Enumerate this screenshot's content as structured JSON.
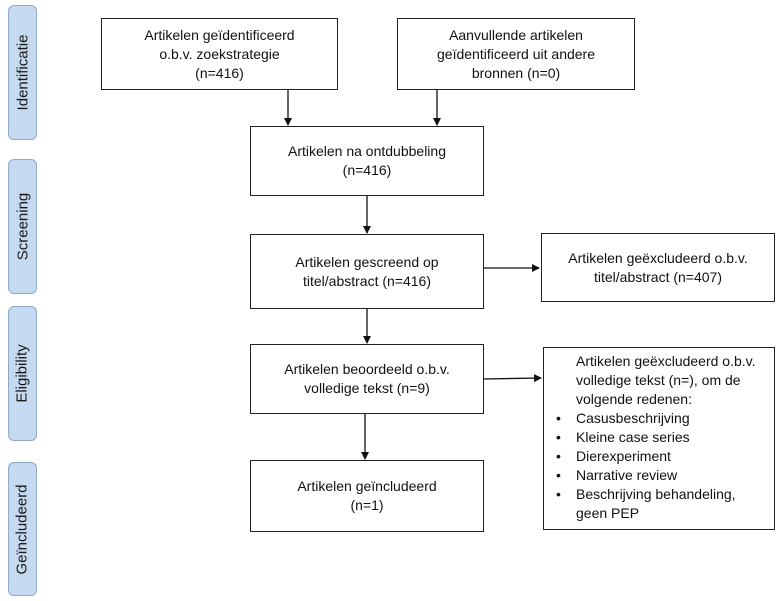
{
  "phases": [
    {
      "label": "Identificatie"
    },
    {
      "label": "Screening"
    },
    {
      "label": "Eligibility"
    },
    {
      "label": "Geïncludeerd"
    }
  ],
  "boxes": {
    "identified_search": {
      "lines": [
        "Artikelen geïdentificeerd",
        "o.b.v. zoekstrategie",
        "(n=416)"
      ]
    },
    "identified_other": {
      "lines": [
        "Aanvullende artikelen",
        "geïdentificeerd uit andere",
        "bronnen (n=0)"
      ]
    },
    "deduplicated": {
      "lines": [
        "Artikelen na ontdubbeling",
        "(n=416)"
      ]
    },
    "screened": {
      "lines": [
        "Artikelen gescreend op",
        "titel/abstract (n=416)"
      ]
    },
    "excluded_title": {
      "lines": [
        "Artikelen geëxcludeerd o.b.v.",
        "titel/abstract (n=407)"
      ]
    },
    "fulltext_assessed": {
      "lines": [
        "Artikelen beoordeeld o.b.v.",
        "volledige tekst (n=9)"
      ]
    },
    "excluded_fulltext": {
      "lines": [
        "Artikelen geëxcludeerd o.b.v.",
        "volledige tekst (n=), om de",
        "volgende redenen:"
      ],
      "reasons": [
        "Casusbeschrijving",
        "Kleine case series",
        "Dierexperiment",
        "Narrative review",
        "Beschrijving behandeling,",
        "geen PEP"
      ]
    },
    "included": {
      "lines": [
        "Artikelen geïncludeerd",
        "(n=1)"
      ]
    }
  }
}
